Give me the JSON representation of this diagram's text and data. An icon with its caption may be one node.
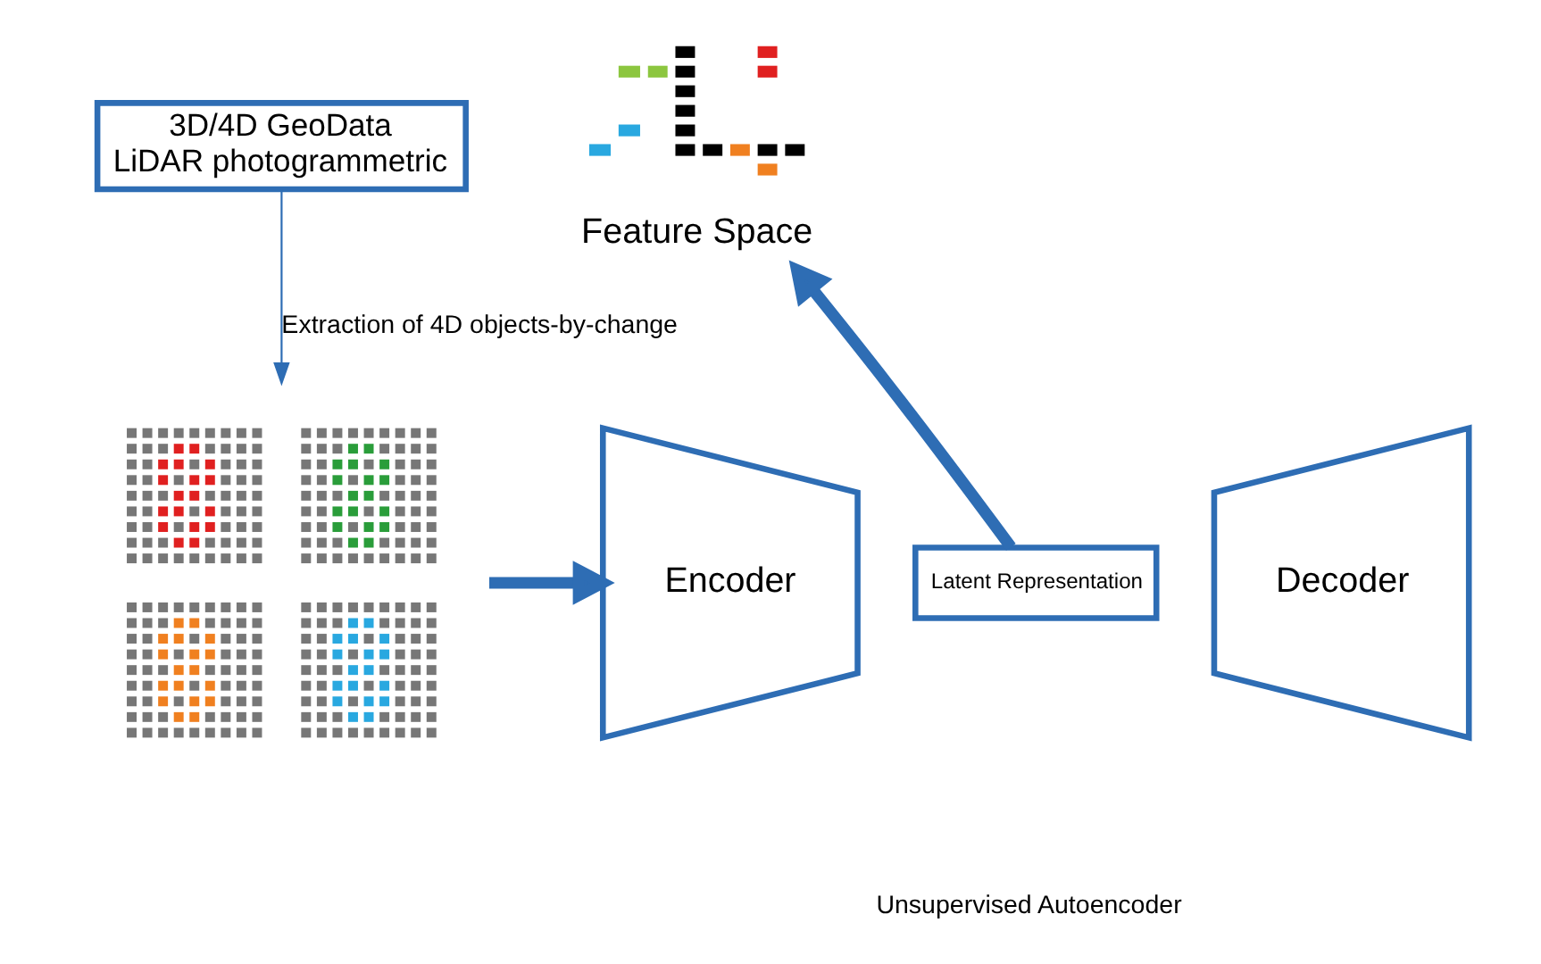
{
  "diagram": {
    "nodes": [
      {
        "text": [
          "3D/4D GeoData",
          "LiDAR photogrammetric"
        ]
      },
      {
        "text": [],
        "shape": "picture"
      },
      {
        "text": [
          "Encoder"
        ]
      },
      {
        "text": [
          "Latent Representation"
        ]
      },
      {
        "text": [
          "Decoder"
        ]
      },
      {
        "text": [],
        "shape": "picture",
        "beside": [
          "Feature Space"
        ]
      }
    ],
    "edges": [
      {
        "from": 0,
        "to": 1,
        "arrow": "to",
        "label": "Extraction of 4D objects-by-change"
      },
      {
        "from": 1,
        "to": 2,
        "arrow": "to"
      },
      {
        "from": 3,
        "to": 5,
        "arrow": "to"
      }
    ],
    "labels": [
      "Unsupervised Autoencoder"
    ]
  }
}
